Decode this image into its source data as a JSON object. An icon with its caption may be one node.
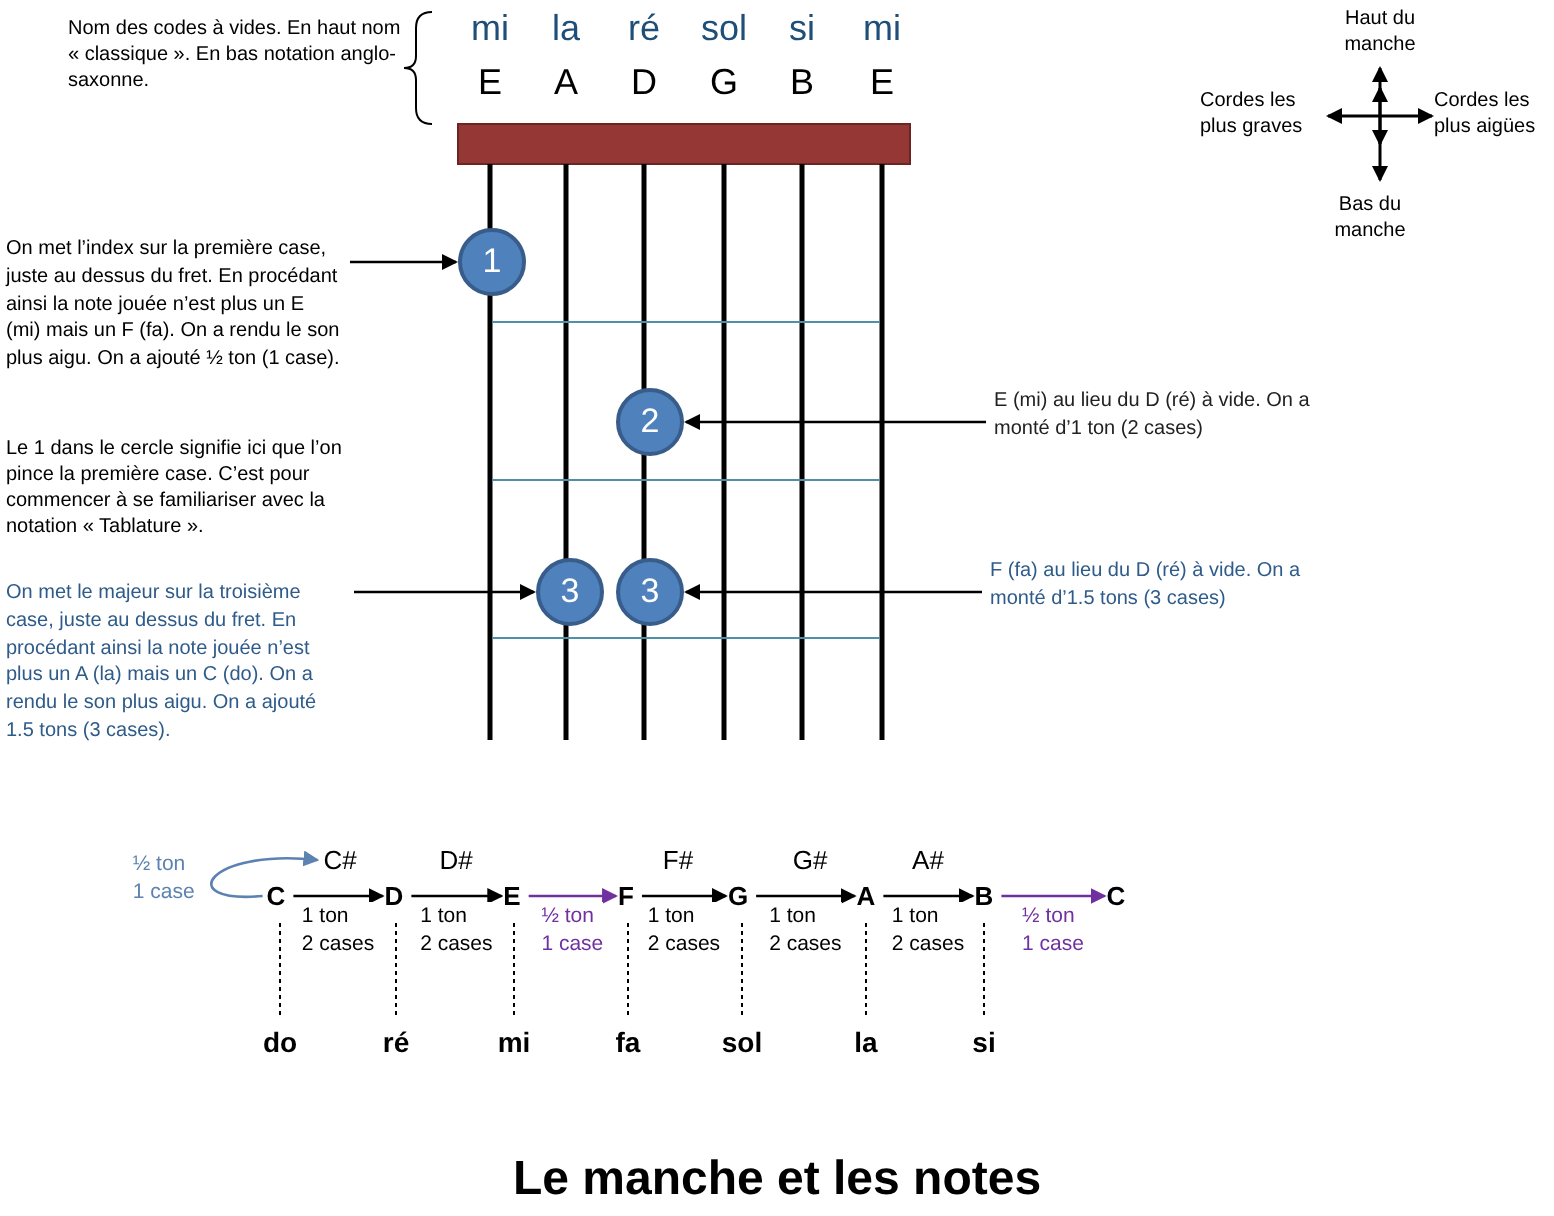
{
  "diagram": {
    "title": "Le manche et les notes",
    "nodes": [
      {
        "text": [
          "On met l’index sur la première case, juste au dessus du fret. En procédant ainsi la note jouée n’est plus un E (mi) mais un F (fa). On a rendu le son plus aigu. On a ajouté ½ ton (1 case)."
        ]
      },
      {
        "text": [
          "1"
        ]
      },
      {
        "text": [
          "2"
        ]
      },
      {
        "text": [
          "E (mi) au lieu du D (ré) à vide. On a monté d’1 ton (2 cases)"
        ]
      },
      {
        "text": [
          "On met le majeur sur la troisième case, juste au dessus du fret. En procédant ainsi la note jouée n’est plus un A (la) mais un C (do). On a rendu le son plus aigu. On a ajouté 1.5 tons (3 cases)."
        ]
      },
      {
        "text": [
          "3"
        ]
      },
      {
        "text": [
          "3"
        ]
      },
      {
        "text": [
          "F (fa) au lieu du D (ré) à vide. On a monté d’1.5 tons (3 cases)"
        ]
      },
      {
        "text": [
          "C#"
        ]
      },
      {
        "text": [
          "D#"
        ]
      },
      {
        "text": [
          "F#"
        ]
      },
      {
        "text": [
          "G#"
        ]
      },
      {
        "text": [
          "A#"
        ]
      },
      {
        "text": [
          "C"
        ]
      },
      {
        "text": [
          "D"
        ]
      },
      {
        "text": [
          "E"
        ]
      },
      {
        "text": [
          "F"
        ]
      },
      {
        "text": [
          "G"
        ]
      },
      {
        "text": [
          "A"
        ]
      },
      {
        "text": [
          "B"
        ]
      },
      {
        "text": [
          "C"
        ]
      },
      {
        "text": [
          "do"
        ]
      },
      {
        "text": [
          "ré"
        ]
      },
      {
        "text": [
          "mi"
        ]
      },
      {
        "text": [
          "fa"
        ]
      },
      {
        "text": [
          "sol"
        ]
      },
      {
        "text": [
          "la"
        ]
      },
      {
        "text": [
          "si"
        ]
      }
    ],
    "edges": [
      {
        "from": 0,
        "to": 1,
        "arrow": "to"
      },
      {
        "from": 3,
        "to": 2,
        "arrow": "to"
      },
      {
        "from": 4,
        "to": 5,
        "arrow": "to"
      },
      {
        "from": 7,
        "to": 6,
        "arrow": "to"
      },
      {
        "from": 13,
        "to": 8,
        "arrow": "to",
        "label": "½ ton 1 case",
        "color": "#5b82b0"
      },
      {
        "from": 13,
        "to": 14,
        "arrow": "to",
        "label": "1 ton 2 cases"
      },
      {
        "from": 14,
        "to": 15,
        "arrow": "to",
        "label": "1 ton 2 cases"
      },
      {
        "from": 15,
        "to": 16,
        "arrow": "to",
        "label": "½ ton 1 case",
        "color": "#7030a0"
      },
      {
        "from": 16,
        "to": 17,
        "arrow": "to",
        "label": "1 ton 2 cases"
      },
      {
        "from": 17,
        "to": 18,
        "arrow": "to",
        "label": "1 ton 2 cases"
      },
      {
        "from": 18,
        "to": 19,
        "arrow": "to",
        "label": "1 ton 2 cases"
      },
      {
        "from": 19,
        "to": 20,
        "arrow": "to",
        "label": "½ ton 1 case",
        "color": "#7030a0"
      },
      {
        "from": 13,
        "to": 21,
        "arrow": "none",
        "style": "dashed"
      },
      {
        "from": 14,
        "to": 22,
        "arrow": "none",
        "style": "dashed"
      },
      {
        "from": 15,
        "to": 23,
        "arrow": "none",
        "style": "dashed"
      },
      {
        "from": 16,
        "to": 24,
        "arrow": "none",
        "style": "dashed"
      },
      {
        "from": 17,
        "to": 25,
        "arrow": "none",
        "style": "dashed"
      },
      {
        "from": 18,
        "to": 26,
        "arrow": "none",
        "style": "dashed"
      },
      {
        "from": 19,
        "to": 27,
        "arrow": "none",
        "style": "dashed"
      }
    ],
    "labels": [
      "Nom des codes à vides. En haut nom « classique ». En bas notation anglo-saxonne.",
      "mi",
      "la",
      "ré",
      "sol",
      "si",
      "mi",
      "E",
      "A",
      "D",
      "G",
      "B",
      "E",
      "Haut du manche",
      "Cordes les plus graves",
      "Cordes les plus aigües",
      "Bas du manche",
      "Le 1 dans le cercle signifie  ici que l’on pince la première case. C’est pour commencer à se familiariser avec la notation « Tablature »."
    ]
  }
}
